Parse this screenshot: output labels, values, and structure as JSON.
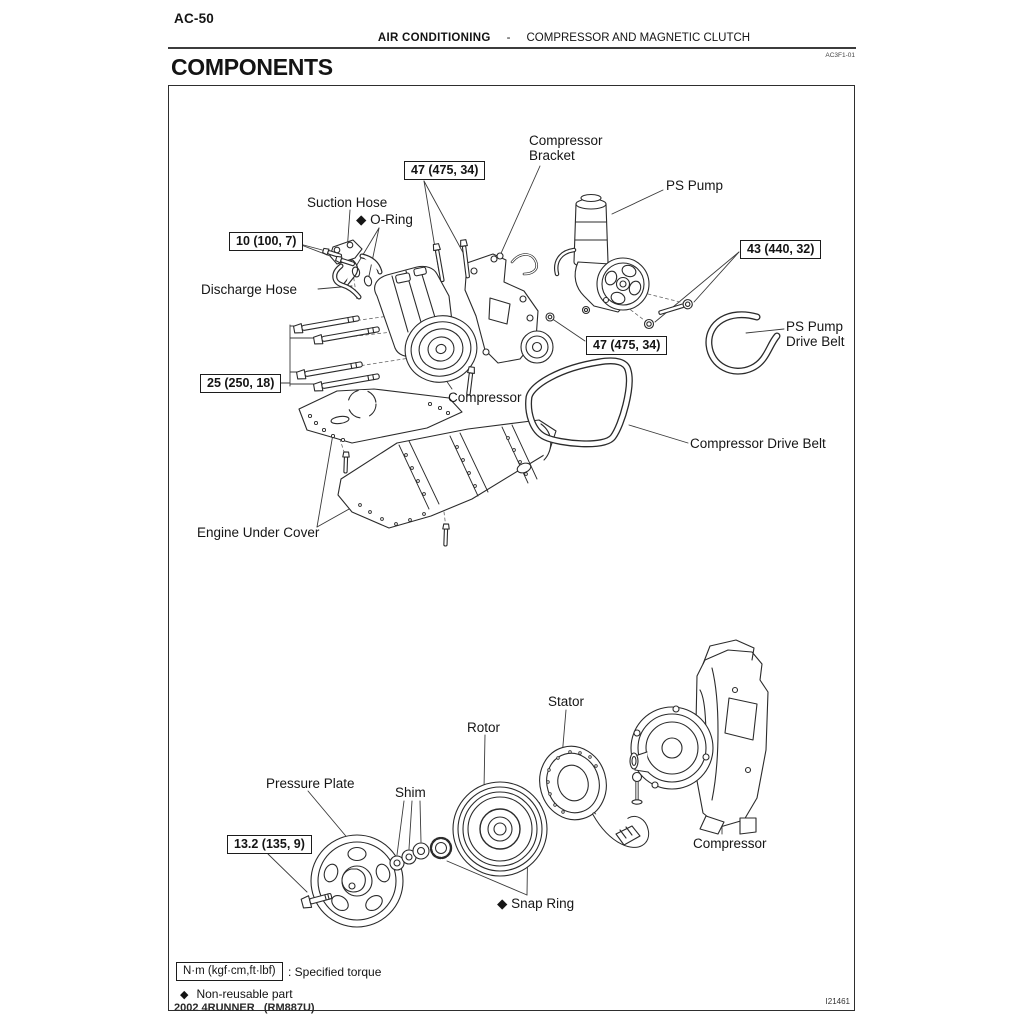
{
  "header": {
    "page_number": "AC-50",
    "section": "AIR CONDITIONING",
    "separator": "-",
    "subsection": "COMPRESSOR AND MAGNETIC CLUTCH",
    "doc_code": "AC3F1-01",
    "title": "COMPONENTS"
  },
  "labels": {
    "suction_hose": "Suction Hose",
    "o_ring": "◆ O-Ring",
    "compressor_bracket": "Compressor\nBracket",
    "ps_pump": "PS Pump",
    "discharge_hose": "Discharge Hose",
    "ps_pump_drive_belt": "PS Pump\nDrive Belt",
    "compressor_top": "Compressor",
    "compressor_drive_belt": "Compressor Drive Belt",
    "engine_under_cover": "Engine Under Cover",
    "stator": "Stator",
    "rotor": "Rotor",
    "pressure_plate": "Pressure Plate",
    "shim": "Shim",
    "compressor_bottom": "Compressor",
    "snap_ring": "◆ Snap Ring"
  },
  "torque_specs": {
    "bracket_upper": "47 (475, 34)",
    "suction_fitting": "10 (100, 7)",
    "ps_pump_bolt": "43 (440, 32)",
    "bracket_lower": "47 (475, 34)",
    "compressor_bolts": "25 (250, 18)",
    "shaft_bolt": "13.2 (135, 9)"
  },
  "legend": {
    "torque_unit": "N·m (kgf·cm,ft·lbf)",
    "torque_desc": ": Specified torque",
    "diamond": "◆",
    "nonreusable": "Non-reusable part",
    "figure_id": "I21461"
  },
  "footer": {
    "model_line": "2002 4RUNNER   (RM887U)"
  }
}
